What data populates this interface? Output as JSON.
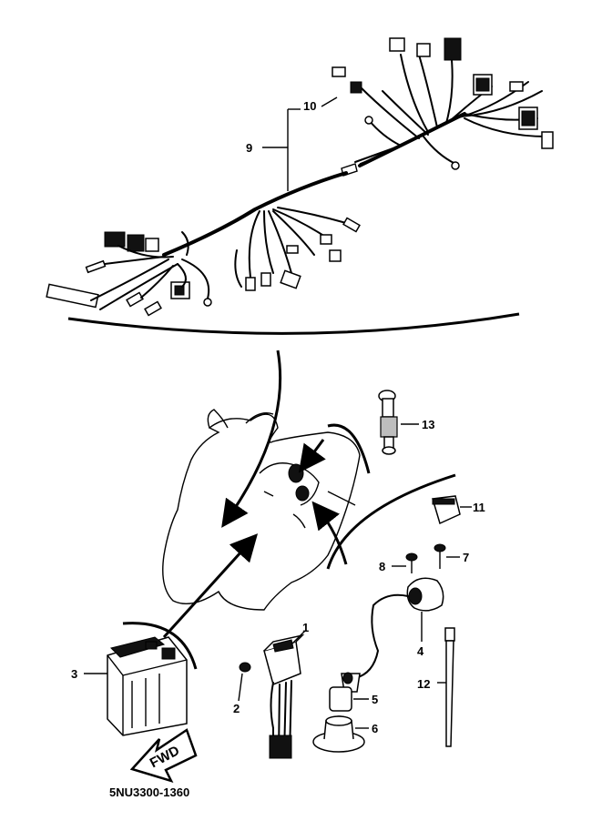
{
  "diagram": {
    "part_code": "5NU3300-1360",
    "fwd_label": "FWD",
    "callouts": {
      "c1": "1",
      "c2": "2",
      "c3": "3",
      "c4": "4",
      "c5": "5",
      "c6": "6",
      "c7": "7",
      "c8": "8",
      "c9": "9",
      "c10": "10",
      "c11": "11",
      "c12": "12",
      "c13": "13"
    }
  }
}
